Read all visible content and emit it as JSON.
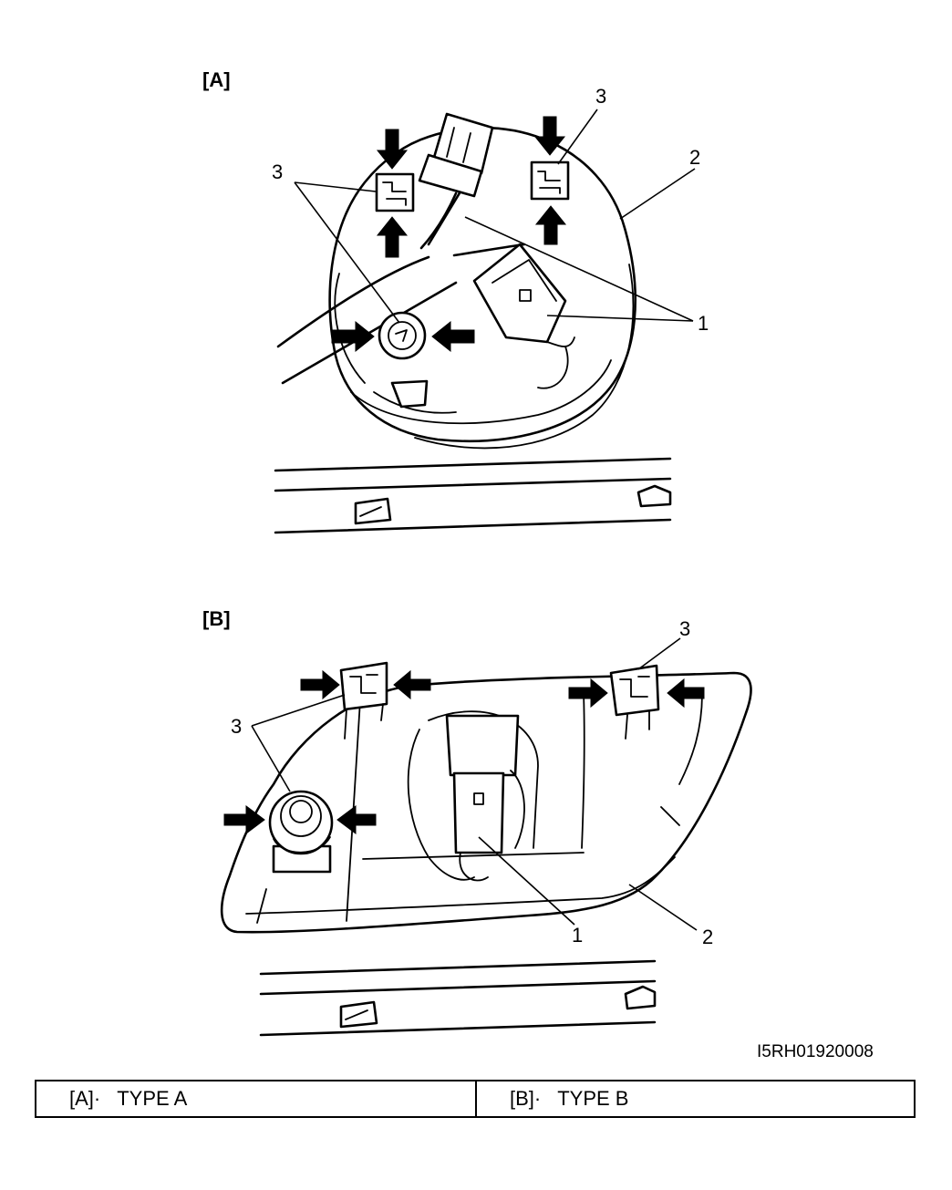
{
  "panels": [
    {
      "label": "[A]",
      "callouts": [
        "3",
        "3",
        "2",
        "1"
      ]
    },
    {
      "label": "[B]",
      "callouts": [
        "3",
        "3",
        "1",
        "2"
      ]
    }
  ],
  "figure_code": "I5RH01920008",
  "legend": [
    {
      "key": "[A]·",
      "text": "TYPE A"
    },
    {
      "key": "[B]·",
      "text": "TYPE B"
    }
  ]
}
